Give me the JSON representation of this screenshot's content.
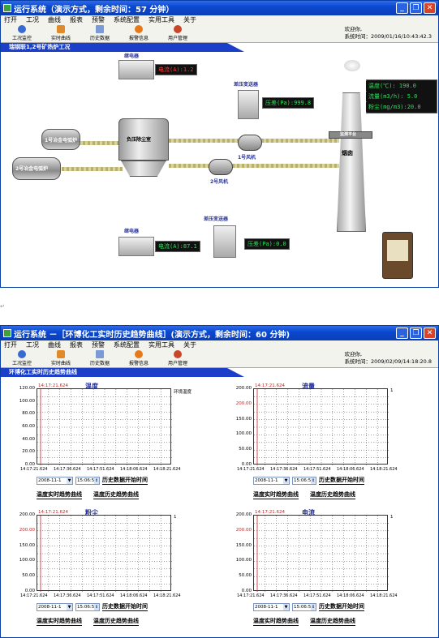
{
  "win1": {
    "title": "运行系统（演示方式，剩余时间：57 分钟）",
    "menu": [
      "打开",
      "工况",
      "曲线",
      "报表",
      "预警",
      "系统配置",
      "实用工具",
      "关于"
    ],
    "tools": [
      "工况监控",
      "实时曲线",
      "历史数据",
      "报警信息",
      "用户管理"
    ],
    "welcome": "欢迎你,",
    "time": "系统时间：2009/01/16/10:43:42.3",
    "section": "瑞钢联1,2号矿热炉工况",
    "labels": {
      "relay1": "继电器",
      "relay2": "继电器",
      "dp1": "差压变送器",
      "dp2": "差压变送器",
      "furnace1": "1号冶金电弧炉",
      "furnace2": "2号冶金电弧炉",
      "dust": "负压除尘室",
      "fan1": "1号风机",
      "fan2": "2号风机",
      "platform": "监测平台",
      "chimney": "烟囱"
    },
    "readings": {
      "current1": "电流(A):1.2",
      "pressure1": "压差(Pa):999.8",
      "current2": "电流(A):87.1",
      "pressure2": "压差(Pa):0.0",
      "temp": "温度(℃): 190.0",
      "flow": "流量(m3/h): 5.0",
      "dust": "粉尘(mg/m3):20.0"
    }
  },
  "win2": {
    "title": "运行系统 －［环博化工实时历史趋势曲线］(演示方式，剩余时间：60 分钟)",
    "menu": [
      "打开",
      "工况",
      "曲线",
      "报表",
      "预警",
      "系统配置",
      "实用工具",
      "关于"
    ],
    "tools": [
      "工况监控",
      "实时曲线",
      "历史数据",
      "报警信息",
      "用户管理"
    ],
    "welcome": "欢迎你,",
    "time": "系统时间：2009/02/09/14:18:20.8",
    "section": "环博化工实时历史趋势曲线",
    "charts": [
      {
        "title": "温度",
        "legend": "环境温度",
        "redtime": "14:17:21.624",
        "yticks": [
          "120.00",
          "100.00",
          "80.00",
          "60.00",
          "40.00",
          "20.00",
          "0.00"
        ],
        "xticks": [
          "14:17:21.624",
          "14:17:36.624",
          "14:17:51.624",
          "14:18:06.624",
          "14:18:21.624"
        ],
        "date": "2008-11-1",
        "time": "15:06:5",
        "btn_hist": "历史数据开始时间",
        "btn_rt": "温度实时趋势曲线",
        "btn_ht": "温度历史趋势曲线"
      },
      {
        "title": "流量",
        "legend": "1",
        "redtime": "14:17:21.624",
        "yticks": [
          "200.00",
          "200.00",
          "150.00",
          "100.00",
          "50.00",
          "0.00"
        ],
        "xticks": [
          "14:17:21.624",
          "14:17:36.624",
          "14:17:51.624",
          "14:18:06.624",
          "14:18:21.624"
        ],
        "date": "2008-11-1",
        "time": "15:06:5",
        "btn_hist": "历史数据开始时间",
        "btn_rt": "温度实时趋势曲线",
        "btn_ht": "温度历史趋势曲线"
      },
      {
        "title": "粉尘",
        "legend": "1",
        "redtime": "14:17:21.624",
        "yticks": [
          "200.00",
          "200.00",
          "150.00",
          "100.00",
          "50.00",
          "0.00"
        ],
        "xticks": [
          "14:17:21.624",
          "14:17:36.624",
          "14:17:51.624",
          "14:18:06.624",
          "14:18:21.624"
        ],
        "date": "2008-11-1",
        "time": "15:06:5",
        "btn_hist": "历史数据开始时间",
        "btn_rt": "温度实时趋势曲线",
        "btn_ht": "温度历史趋势曲线"
      },
      {
        "title": "电流",
        "legend": "1",
        "redtime": "14:17:21.624",
        "yticks": [
          "200.00",
          "200.00",
          "150.00",
          "100.00",
          "50.00",
          "0.00"
        ],
        "xticks": [
          "14:17:21.624",
          "14:17:36.624",
          "14:17:51.624",
          "14:18:06.624",
          "14:18:21.624"
        ],
        "date": "2008-11-1",
        "time": "15:06:5",
        "btn_hist": "历史数据开始时间",
        "btn_rt": "温度实时趋势曲线",
        "btn_ht": "温度历史趋势曲线"
      }
    ]
  }
}
